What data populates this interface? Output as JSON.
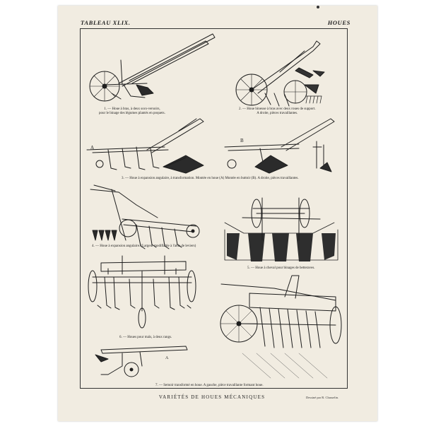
{
  "header": {
    "left": "TABLEAU XLIX.",
    "right": "HOUES"
  },
  "figures": [
    {
      "caption": "1. — Houe à bras, à deux socs-versoirs,\npour le binage des légumes plantés en poquets."
    },
    {
      "caption": "2. — Houe bineuse à bras avec deux roues de support.\nA droite, pièces travaillantes."
    },
    {
      "caption": "3. — Houe à expansion angulaire, à transformation. Montée en houe (A) Montée en buttoir (B). A droite, pièces travaillantes.",
      "markers": [
        "A",
        "B"
      ]
    },
    {
      "caption": "4. — Houe à expansion angulaire. (Largeur modifiable à l'aide de leviers)"
    },
    {
      "caption": "5. — Houe à cheval pour binages de betteraves."
    },
    {
      "caption": "6. — Houes pour maïs, à deux rangs."
    },
    {
      "caption": "7. — Semoir transformé en houe. A gauche, pièce travaillante formant houe.",
      "markers": [
        "A"
      ]
    }
  ],
  "footer": {
    "title": "VARIÉTÉS DE HOUES MÉCANIQUES",
    "credit": "Dessiné par R. Chasselin."
  }
}
